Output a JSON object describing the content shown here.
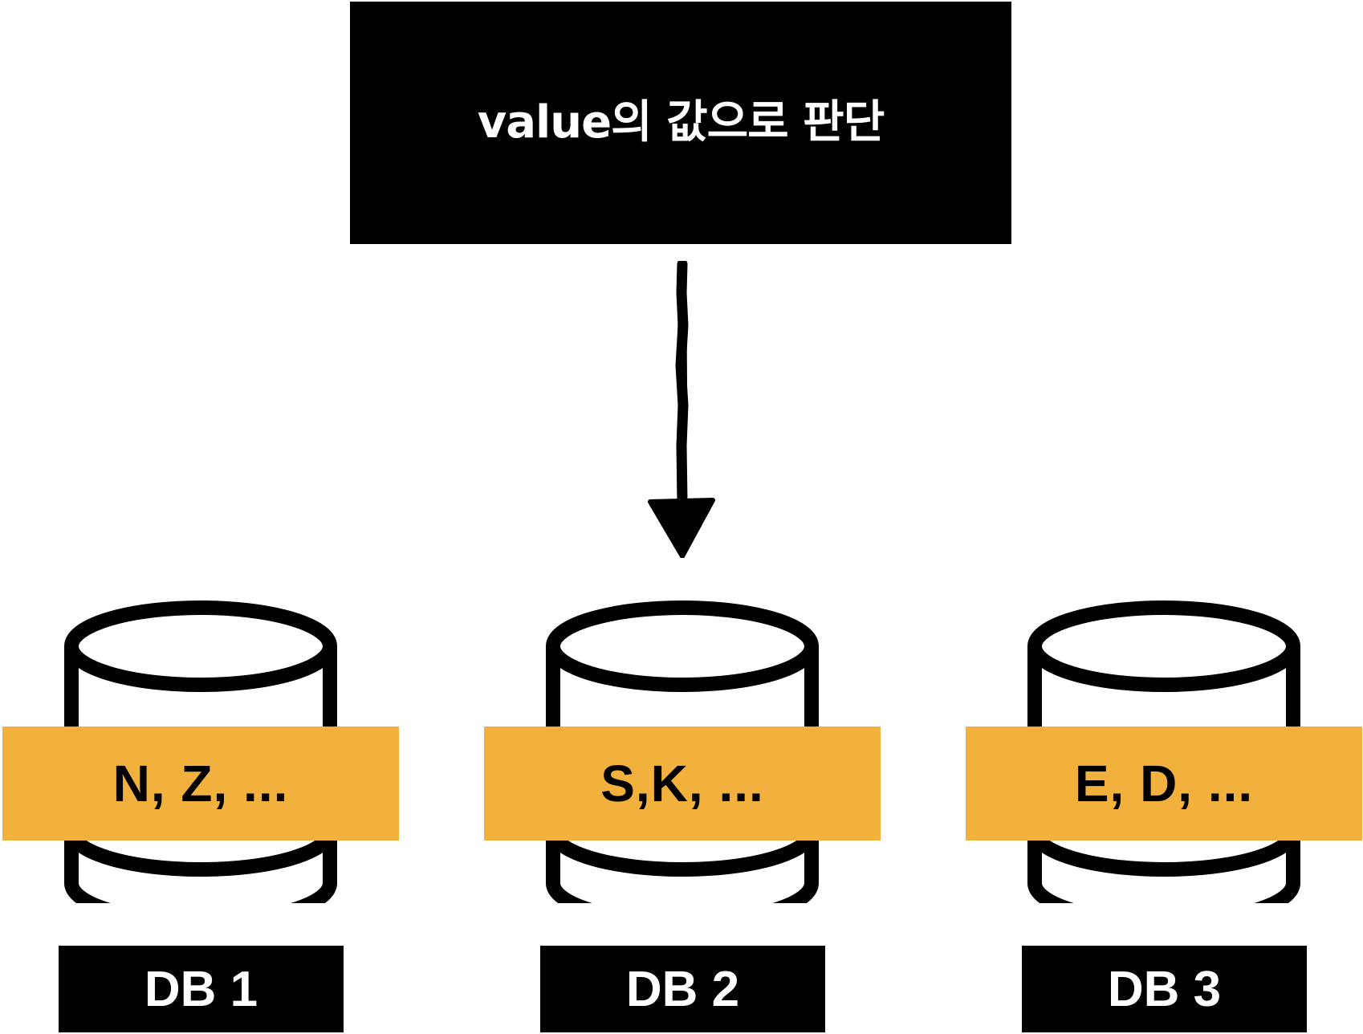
{
  "decision": {
    "label": "value의 값으로 판단"
  },
  "arrow": {
    "icon": "arrow-down-icon",
    "color": "#000000"
  },
  "databases": [
    {
      "name": "DB 1",
      "shard_keys": "N, Z, ..."
    },
    {
      "name": "DB 2",
      "shard_keys": "S,K, ..."
    },
    {
      "name": "DB 3",
      "shard_keys": "E, D, ..."
    }
  ],
  "colors": {
    "band": "#f2b03c",
    "box": "#000000",
    "box_text": "#ffffff"
  }
}
